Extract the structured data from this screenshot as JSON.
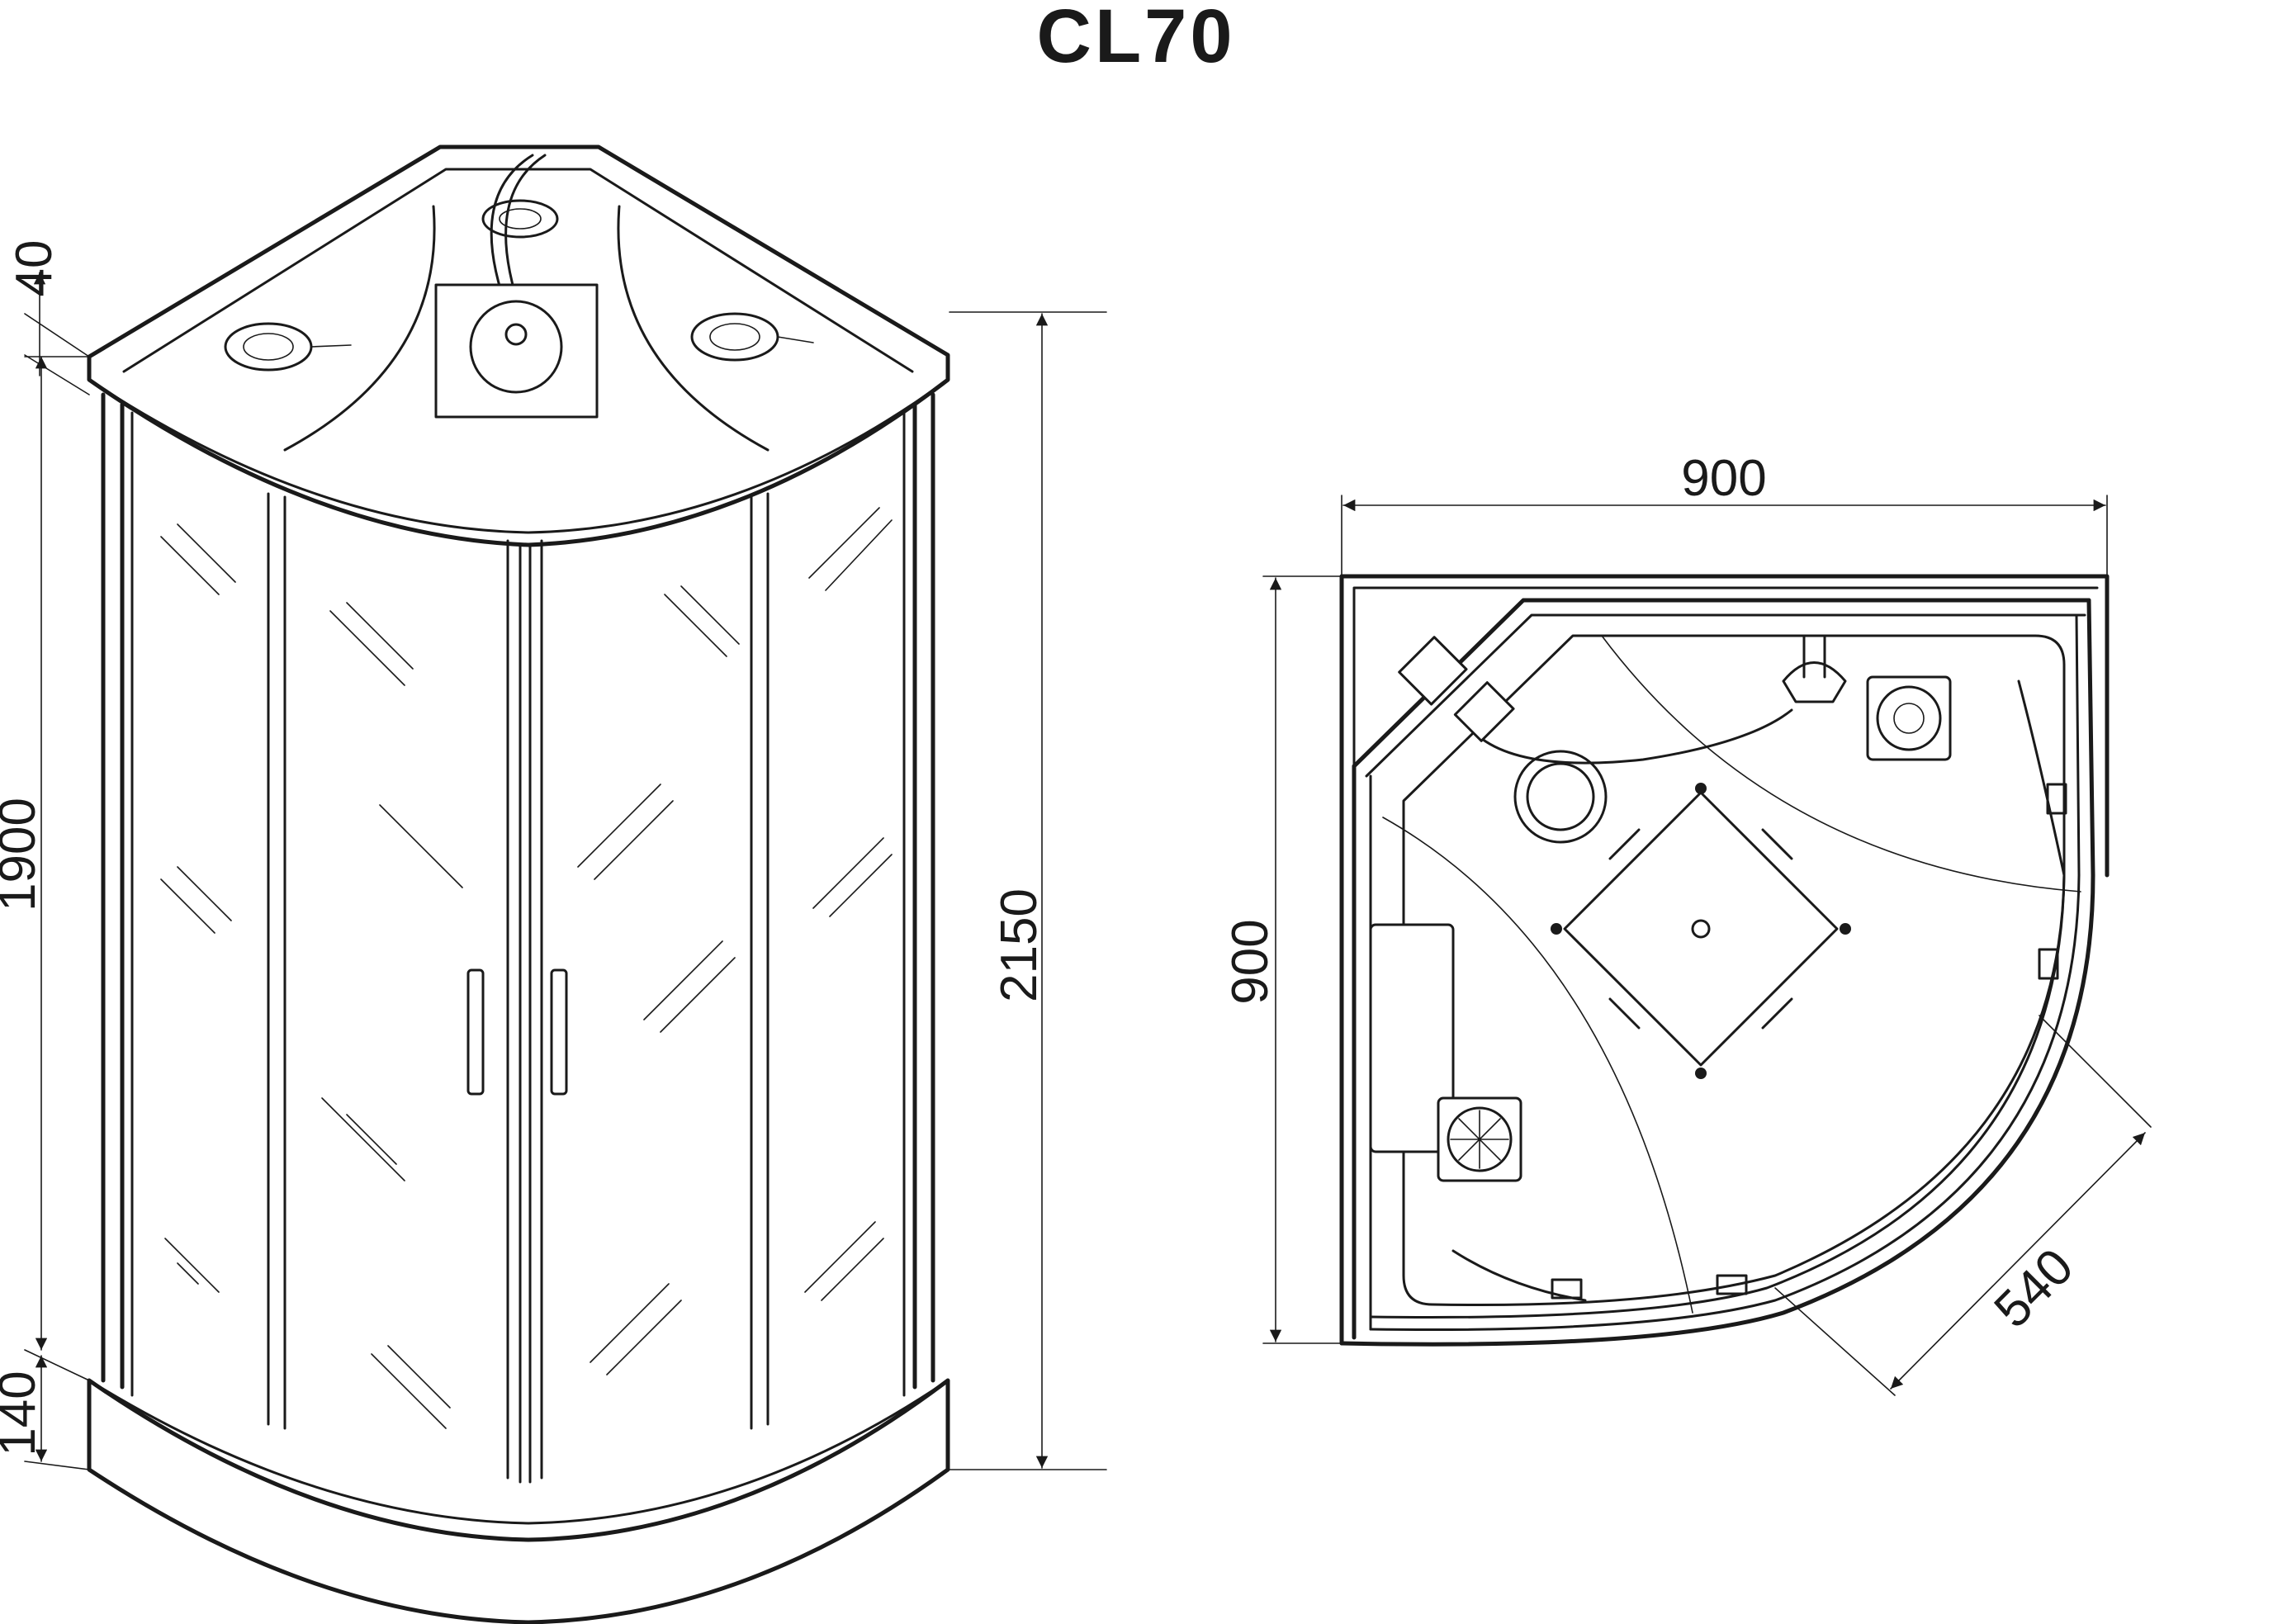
{
  "title": "CL70",
  "front_view": {
    "dims": {
      "top_cap": "40",
      "cabin_height": "1900",
      "tray_height": "140",
      "total_height": "2150"
    }
  },
  "plan_view": {
    "dims": {
      "width": "900",
      "depth": "900",
      "entrance": "540"
    }
  },
  "colors": {
    "ink": "#1a1a1a",
    "paper": "#ffffff"
  }
}
